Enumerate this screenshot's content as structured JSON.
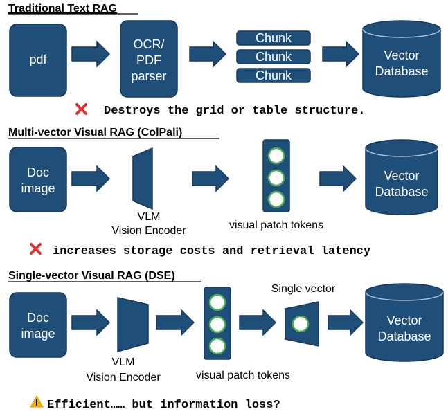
{
  "sections": [
    {
      "title": "Traditional Text RAG",
      "input_label": [
        "pdf"
      ],
      "parser_label": [
        "OCR/",
        "PDF",
        "parser"
      ],
      "chunks": [
        "Chunk",
        "Chunk",
        "Chunk"
      ],
      "db_label": [
        "Vector",
        "Database"
      ],
      "note": "Destroys the grid or table structure.",
      "note_icon": "red-x-icon"
    },
    {
      "title": "Multi-vector Visual RAG (ColPali)",
      "input_label": [
        "Doc",
        "image"
      ],
      "encoder_label": [
        "VLM",
        "Vision Encoder"
      ],
      "tokens_label": "visual patch tokens",
      "db_label": [
        "Vector",
        "Database"
      ],
      "note": "increases storage costs and retrieval latency",
      "note_icon": "red-x-icon"
    },
    {
      "title": "Single-vector Visual RAG (DSE)",
      "input_label": [
        "Doc",
        "image"
      ],
      "encoder_label": [
        "VLM",
        "Vision Encoder"
      ],
      "tokens_label": "visual patch tokens",
      "single_vector_label": "Single vector",
      "db_label": [
        "Vector",
        "Database"
      ],
      "note": "Efficient…… but information loss?",
      "note_icon": "warning-icon"
    }
  ],
  "colors": {
    "shape_fill": "#1f4e79",
    "circle_stroke": "#4caf50",
    "x_mark": "#e03030",
    "warning": "#f5b400"
  }
}
